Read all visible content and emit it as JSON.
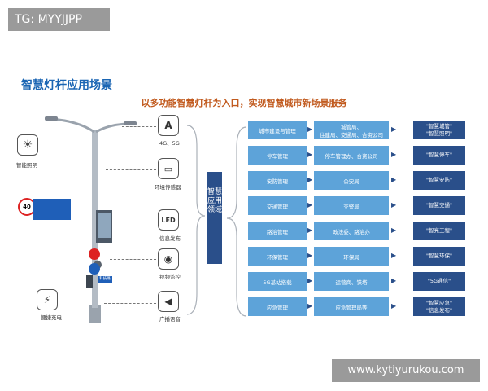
{
  "watermark_tag": "TG: MYYJJPP",
  "watermark_site": "www.kytiyurukou.com",
  "title": "智慧灯杆应用场景",
  "subtitle": "以多功能智慧灯杆为入口，实现智慧城市新场景服务",
  "left_labels": {
    "lighting": "智能照明",
    "charging": "便捷充电",
    "speed_sign": "40",
    "pole_tag": "科技路"
  },
  "pole_features": [
    {
      "label": "4G、5G",
      "icon": "antenna-icon"
    },
    {
      "label": "环境传感器",
      "icon": "monitor-icon"
    },
    {
      "label": "信息发布",
      "icon": "led-icon",
      "icon_text": "LED"
    },
    {
      "label": "视频监控",
      "icon": "camera-icon"
    },
    {
      "label": "广播语音",
      "icon": "speaker-icon"
    }
  ],
  "center_label": "智慧应用领域",
  "rows": [
    {
      "area": "城市建设与管理",
      "dept": "城管局、\n住建局、交通局、合资公司",
      "service": "\"智慧城管\"\n\"智慧照明\""
    },
    {
      "area": "停车管理",
      "dept": "停车管理办、合资公司",
      "service": "\"智慧停车\""
    },
    {
      "area": "安防管理",
      "dept": "公安局",
      "service": "\"智慧安防\""
    },
    {
      "area": "交通管理",
      "dept": "交警局",
      "service": "\"智慧交通\""
    },
    {
      "area": "路治管理",
      "dept": "政法委、路治办",
      "service": "\"智亮工程\""
    },
    {
      "area": "环保管理",
      "dept": "环保局",
      "service": "\"智慧环保\""
    },
    {
      "area": "5G基站搭载",
      "dept": "运营商、铁塔",
      "service": "\"5G通信\""
    },
    {
      "area": "应急管理",
      "dept": "应急管理局等",
      "service": "\"智慧应急\"\n\"信息发布\""
    }
  ],
  "colors": {
    "title": "#1a65b3",
    "subtitle": "#c15a1e",
    "light_blue": "#5da3d9",
    "dark_blue": "#2a4f8a"
  }
}
